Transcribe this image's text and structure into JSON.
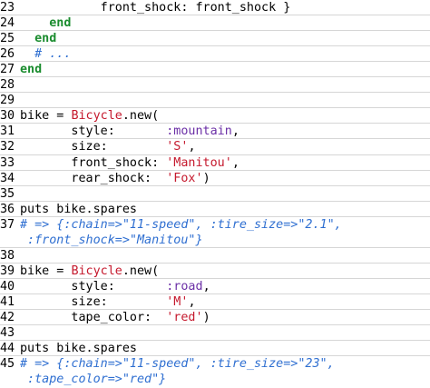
{
  "colors": {
    "keyword": "#1a8c2e",
    "string": "#c5192d",
    "symbol": "#6b2fa6",
    "comment": "#2f6fd1",
    "text": "#000000",
    "background": "#ffffff"
  },
  "code_lines": [
    {
      "n": "23",
      "tokens": [
        {
          "t": "           front_shock: front_shock }",
          "c": "code"
        }
      ]
    },
    {
      "n": "24",
      "tokens": [
        {
          "t": "    ",
          "c": "code"
        },
        {
          "t": "end",
          "c": "kw"
        }
      ]
    },
    {
      "n": "25",
      "tokens": [
        {
          "t": "  ",
          "c": "code"
        },
        {
          "t": "end",
          "c": "kw"
        }
      ]
    },
    {
      "n": "26",
      "tokens": [
        {
          "t": "  ",
          "c": "code"
        },
        {
          "t": "# ...",
          "c": "cmt"
        }
      ]
    },
    {
      "n": "27",
      "tokens": [
        {
          "t": "end",
          "c": "kw"
        }
      ]
    },
    {
      "n": "28",
      "tokens": []
    },
    {
      "n": "29",
      "tokens": []
    },
    {
      "n": "30",
      "tokens": [
        {
          "t": "bike = ",
          "c": "code"
        },
        {
          "t": "Bicycle",
          "c": "cls"
        },
        {
          "t": ".new(",
          "c": "code"
        }
      ]
    },
    {
      "n": "31",
      "tokens": [
        {
          "t": "       style:       ",
          "c": "code"
        },
        {
          "t": ":mountain",
          "c": "sym"
        },
        {
          "t": ",",
          "c": "code"
        }
      ]
    },
    {
      "n": "32",
      "tokens": [
        {
          "t": "       size:        ",
          "c": "code"
        },
        {
          "t": "'S'",
          "c": "str"
        },
        {
          "t": ",",
          "c": "code"
        }
      ]
    },
    {
      "n": "33",
      "tokens": [
        {
          "t": "       front_shock: ",
          "c": "code"
        },
        {
          "t": "'Manitou'",
          "c": "str"
        },
        {
          "t": ",",
          "c": "code"
        }
      ]
    },
    {
      "n": "34",
      "tokens": [
        {
          "t": "       rear_shock:  ",
          "c": "code"
        },
        {
          "t": "'Fox'",
          "c": "str"
        },
        {
          "t": ")",
          "c": "code"
        }
      ]
    },
    {
      "n": "35",
      "tokens": []
    },
    {
      "n": "36",
      "tokens": [
        {
          "t": "puts bike.spares",
          "c": "code"
        }
      ]
    },
    {
      "n": "37",
      "tokens": [
        {
          "t": "# => {:chain=>\"11-speed\", :tire_size=>\"2.1\",",
          "c": "cmt"
        }
      ]
    },
    {
      "n": "",
      "tokens": [
        {
          "t": " :front_shock=>\"Manitou\"}",
          "c": "cmt"
        }
      ]
    },
    {
      "n": "38",
      "tokens": []
    },
    {
      "n": "39",
      "tokens": [
        {
          "t": "bike = ",
          "c": "code"
        },
        {
          "t": "Bicycle",
          "c": "cls"
        },
        {
          "t": ".new(",
          "c": "code"
        }
      ]
    },
    {
      "n": "40",
      "tokens": [
        {
          "t": "       style:       ",
          "c": "code"
        },
        {
          "t": ":road",
          "c": "sym"
        },
        {
          "t": ",",
          "c": "code"
        }
      ]
    },
    {
      "n": "41",
      "tokens": [
        {
          "t": "       size:        ",
          "c": "code"
        },
        {
          "t": "'M'",
          "c": "str"
        },
        {
          "t": ",",
          "c": "code"
        }
      ]
    },
    {
      "n": "42",
      "tokens": [
        {
          "t": "       tape_color:  ",
          "c": "code"
        },
        {
          "t": "'red'",
          "c": "str"
        },
        {
          "t": ")",
          "c": "code"
        }
      ]
    },
    {
      "n": "43",
      "tokens": []
    },
    {
      "n": "44",
      "tokens": [
        {
          "t": "puts bike.spares",
          "c": "code"
        }
      ]
    },
    {
      "n": "45",
      "tokens": [
        {
          "t": "# => {:chain=>\"11-speed\", :tire_size=>\"23\",",
          "c": "cmt"
        }
      ]
    },
    {
      "n": "",
      "tokens": [
        {
          "t": " :tape_color=>\"red\"}",
          "c": "cmt"
        }
      ]
    }
  ]
}
